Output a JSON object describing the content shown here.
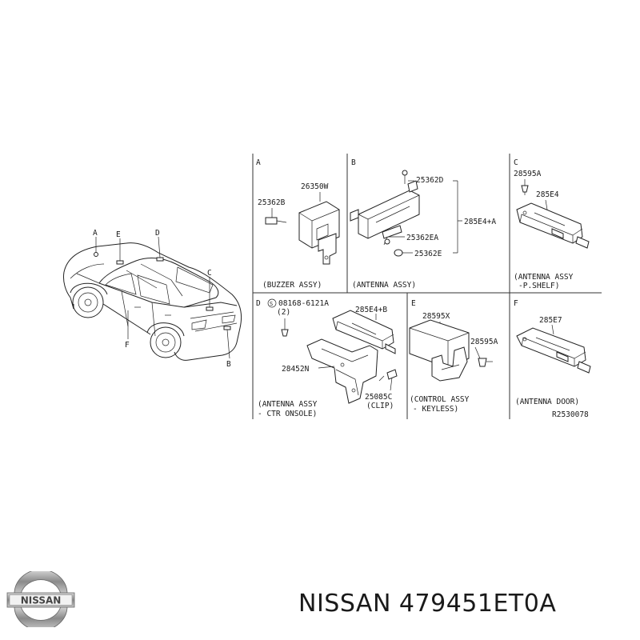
{
  "car_callouts": [
    "A",
    "E",
    "D",
    "C",
    "F",
    "B"
  ],
  "panels": {
    "A": {
      "letter": "A",
      "parts": [
        "26350W",
        "25362B"
      ],
      "caption": "(BUZZER ASSY)"
    },
    "B": {
      "letter": "B",
      "parts": [
        "25362D",
        "285E4+A",
        "25362EA",
        "25362E"
      ],
      "caption": "(ANTENNA ASSY)"
    },
    "C": {
      "letter": "C",
      "parts": [
        "28595A",
        "285E4"
      ],
      "caption_1": "(ANTENNA ASSY",
      "caption_2": "-P.SHELF)"
    },
    "D": {
      "letter": "D",
      "bolt_code": "08168-6121A",
      "bolt_qty": "(2)",
      "parts": [
        "285E4+B",
        "28452N",
        "25085C"
      ],
      "clip_label": "(CLIP)",
      "caption_1": "(ANTENNA ASSY",
      "caption_2": "- CTR ONSOLE)"
    },
    "E": {
      "letter": "E",
      "parts": [
        "28595X",
        "28595A"
      ],
      "caption_1": "(CONTROL ASSY",
      "caption_2": "- KEYLESS)"
    },
    "F": {
      "letter": "F",
      "parts": [
        "285E7"
      ],
      "caption": "(ANTENNA DOOR)"
    }
  },
  "ref_code": "R2530078",
  "logo_text": "NISSAN",
  "brand_line": "NISSAN 479451ET0A"
}
